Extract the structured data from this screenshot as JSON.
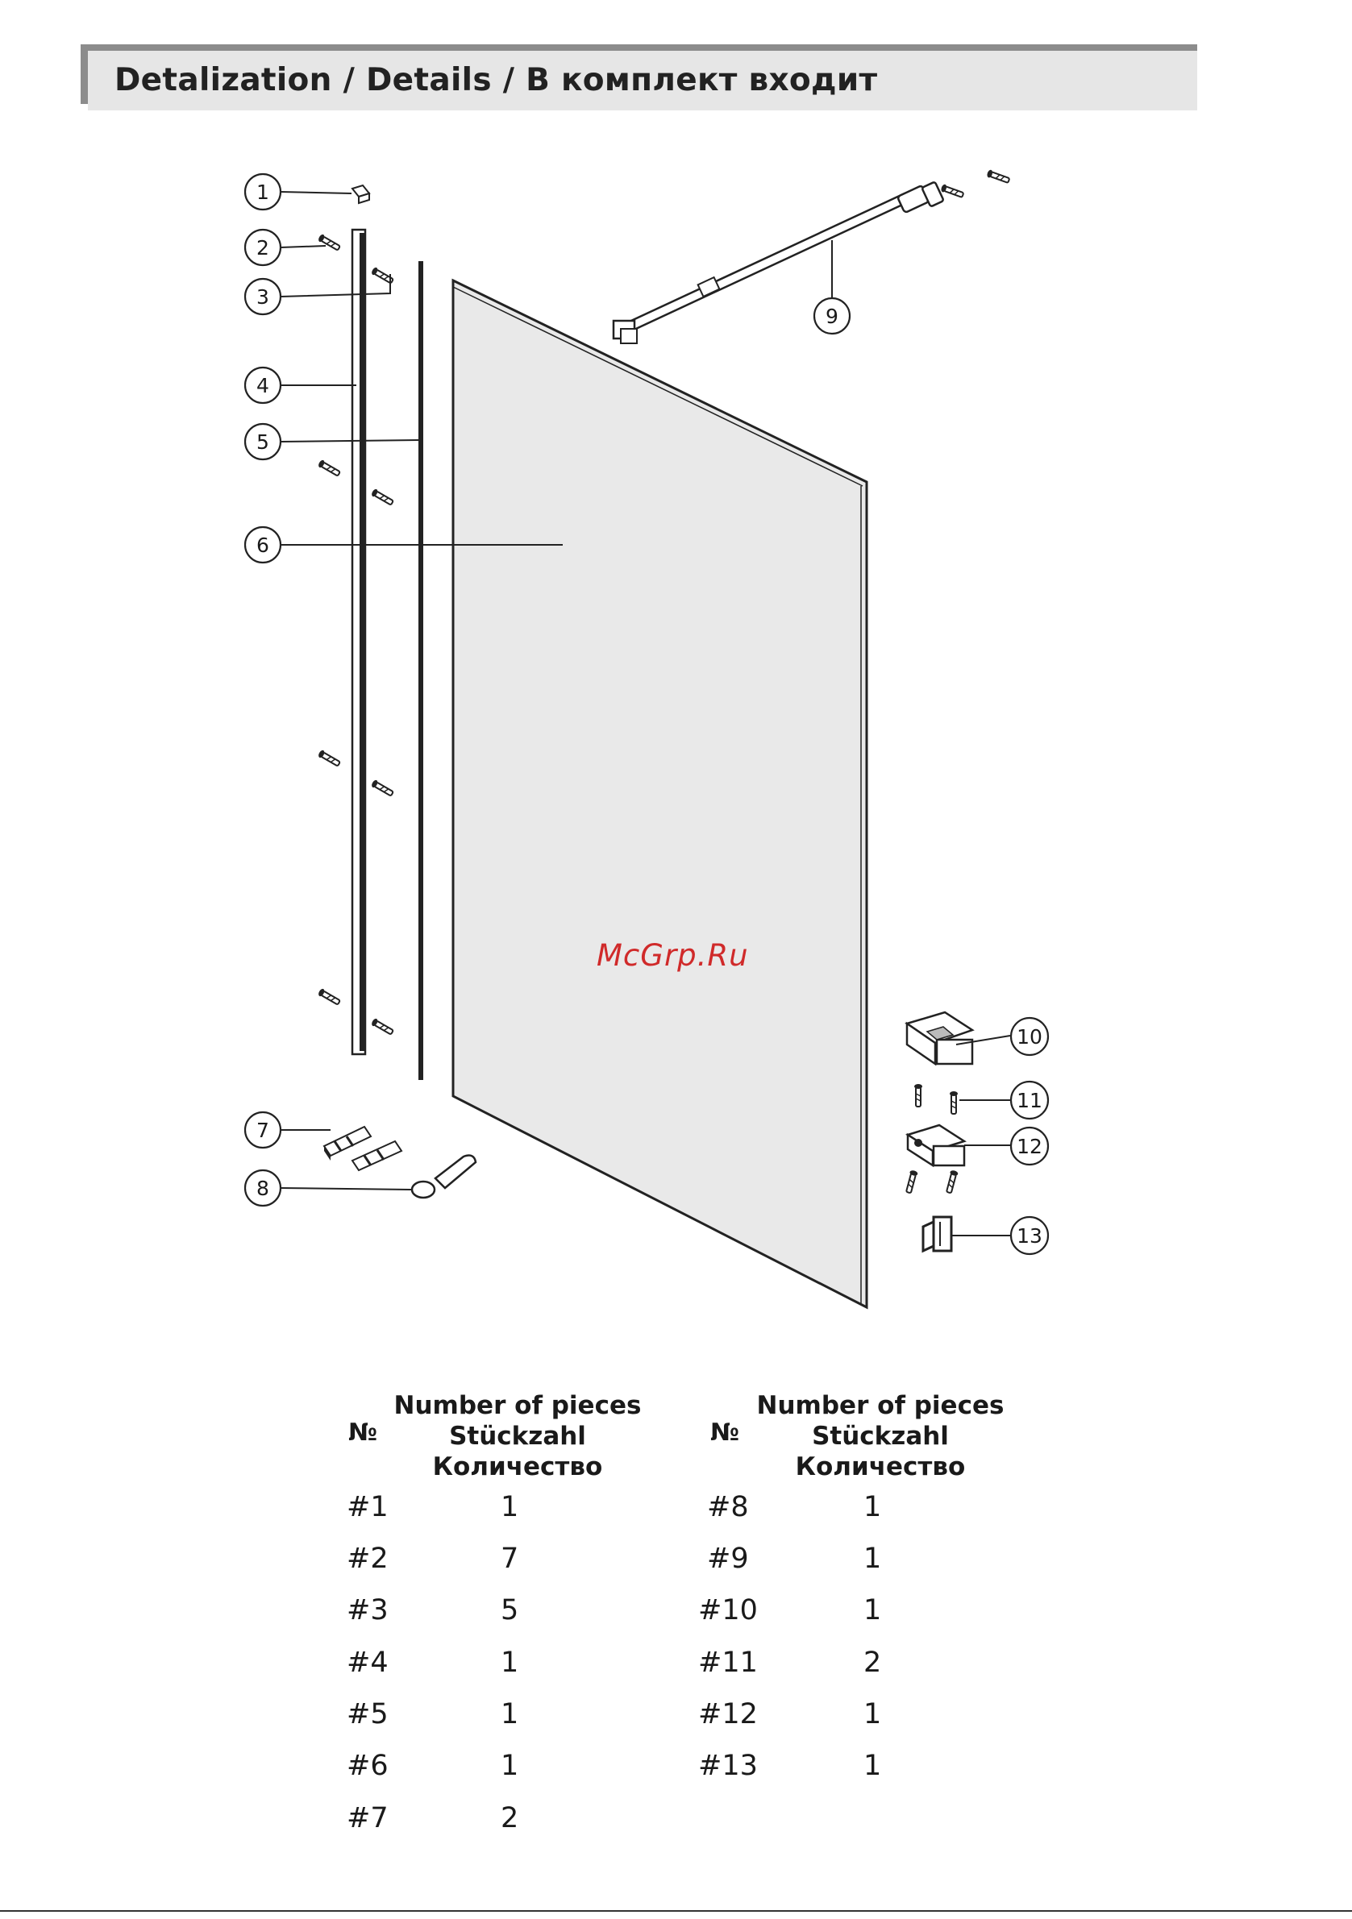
{
  "header": {
    "title": "Detalization / Details / В комплект входит"
  },
  "callouts": [
    "1",
    "2",
    "3",
    "4",
    "5",
    "6",
    "7",
    "8",
    "9",
    "10",
    "11",
    "12",
    "13"
  ],
  "watermark": "McGrp.Ru",
  "table": {
    "col_no_label": "№",
    "col_pieces_label_en": "Number of pieces",
    "col_pieces_label_de": "Stückzahl",
    "col_pieces_label_ru": "Количество",
    "left_rows": [
      {
        "no": "#1",
        "qty": "1"
      },
      {
        "no": "#2",
        "qty": "7"
      },
      {
        "no": "#3",
        "qty": "5"
      },
      {
        "no": "#4",
        "qty": "1"
      },
      {
        "no": "#5",
        "qty": "1"
      },
      {
        "no": "#6",
        "qty": "1"
      },
      {
        "no": "#7",
        "qty": "2"
      }
    ],
    "right_rows": [
      {
        "no": "#8",
        "qty": "1"
      },
      {
        "no": "#9",
        "qty": "1"
      },
      {
        "no": "#10",
        "qty": "1"
      },
      {
        "no": "#11",
        "qty": "2"
      },
      {
        "no": "#12",
        "qty": "1"
      },
      {
        "no": "#13",
        "qty": "1"
      }
    ]
  }
}
